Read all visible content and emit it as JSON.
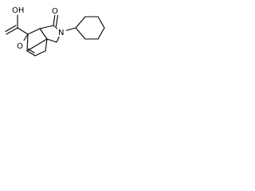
{
  "structure": {
    "labels": {
      "oh": "OH",
      "o_carbonyl": "O",
      "n": "N",
      "o_bridge": "O"
    }
  }
}
